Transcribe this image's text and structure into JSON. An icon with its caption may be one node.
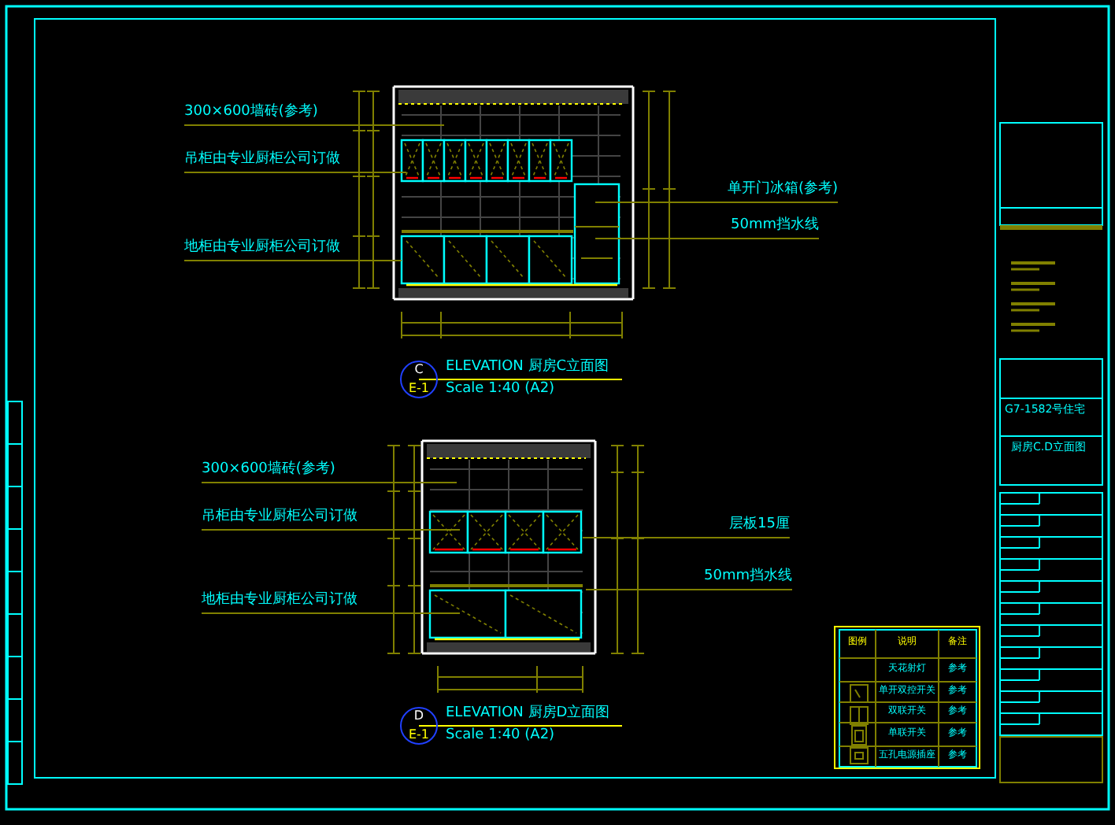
{
  "diagram": {
    "nodes": [
      {
        "text": [
          "300×600墙砖(参考)"
        ]
      },
      {
        "text": [
          "吊柜由专业厨柜公司订做"
        ]
      },
      {
        "text": [
          "地柜由专业厨柜公司订做"
        ]
      },
      {
        "text": [
          "单开门冰箱(参考)"
        ]
      },
      {
        "text": [
          "50mm挡水线"
        ]
      },
      {
        "text": [
          "C",
          "E-1"
        ]
      },
      {
        "text": [
          "300×600墙砖(参考)"
        ]
      },
      {
        "text": [
          "吊柜由专业厨柜公司订做"
        ]
      },
      {
        "text": [
          "地柜由专业厨柜公司订做"
        ]
      },
      {
        "text": [
          "层板15厘"
        ]
      },
      {
        "text": [
          "50mm挡水线"
        ]
      },
      {
        "text": [
          "D",
          "E-1"
        ]
      }
    ],
    "edges": [
      {
        "from": 0,
        "to": null,
        "arrow": "none"
      },
      {
        "from": 1,
        "to": null,
        "arrow": "none"
      },
      {
        "from": 2,
        "to": null,
        "arrow": "none"
      },
      {
        "from": 3,
        "to": null,
        "arrow": "none"
      },
      {
        "from": 4,
        "to": null,
        "arrow": "none"
      },
      {
        "from": 6,
        "to": null,
        "arrow": "none"
      },
      {
        "from": 7,
        "to": null,
        "arrow": "none"
      },
      {
        "from": 8,
        "to": null,
        "arrow": "none"
      },
      {
        "from": 9,
        "to": null,
        "arrow": "none"
      },
      {
        "from": 10,
        "to": null,
        "arrow": "none"
      }
    ],
    "labels": [
      "ELEVATION 厨房C立面图",
      "Scale 1:40 (A2)",
      "ELEVATION 厨房D立面图",
      "Scale 1:40 (A2)",
      "G7-1582号住宅",
      "厨房C.D立面图",
      "图例",
      "说明",
      "备注",
      "天花射灯",
      "参考",
      "单开双控开关",
      "参考",
      "双联开关",
      "参考",
      "单联开关",
      "参考",
      "五孔电源插座",
      "参考"
    ]
  }
}
